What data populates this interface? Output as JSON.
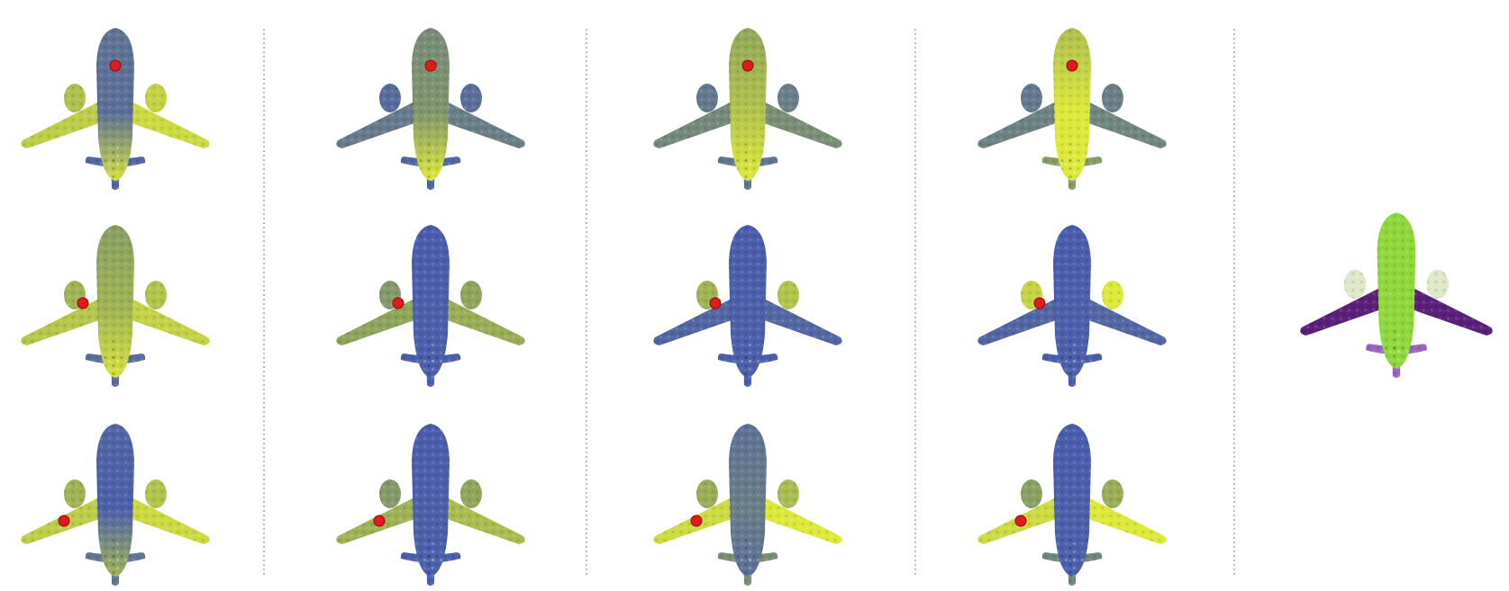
{
  "figure": {
    "layout": {
      "rows": 3,
      "columns": 4,
      "separators": 4,
      "right_panel": "part-segmentation"
    },
    "colors": {
      "low": "#4557b4",
      "high": "#e6f035",
      "mid": "#8fa55a",
      "query_point": "#e01b1b",
      "separator": "#9a9a9a",
      "seg_body": "#8fd83c",
      "seg_wing": "#5a1f78",
      "seg_tail": "#9a63c4",
      "seg_engine": "#dfe8c8"
    },
    "rows": [
      {
        "query_part": "fuselage",
        "panels": [
          {
            "heat": {
              "wings": 0.85,
              "engines": 0.8,
              "nose": 0.9,
              "body": 0.15,
              "tail": 0.1
            }
          },
          {
            "heat": {
              "wings": 0.25,
              "engines": 0.15,
              "nose": 0.95,
              "body": 0.4,
              "tail": 0.1
            }
          },
          {
            "heat": {
              "wings": 0.35,
              "engines": 0.25,
              "nose": 0.95,
              "body": 0.7,
              "tail": 0.2
            }
          },
          {
            "heat": {
              "wings": 0.3,
              "engines": 0.25,
              "nose": 0.95,
              "body": 0.95,
              "tail": 0.45
            }
          }
        ]
      },
      {
        "query_part": "right-engine",
        "panels": [
          {
            "heat": {
              "wings": 0.8,
              "engines": 0.7,
              "nose": 0.9,
              "body": 0.6,
              "tail": 0.15
            }
          },
          {
            "heat": {
              "wings": 0.55,
              "engines": 0.5,
              "nose": 0.05,
              "body": 0.05,
              "tail": 0.05
            }
          },
          {
            "heat": {
              "wings": 0.1,
              "engines": 0.7,
              "nose": 0.05,
              "body": 0.05,
              "tail": 0.05
            }
          },
          {
            "heat": {
              "wings": 0.1,
              "engines": 0.95,
              "nose": 0.05,
              "body": 0.05,
              "tail": 0.05
            }
          }
        ]
      },
      {
        "query_part": "right-wing",
        "panels": [
          {
            "heat": {
              "wings": 0.85,
              "engines": 0.7,
              "nose": 0.6,
              "body": 0.05,
              "tail": 0.2
            }
          },
          {
            "heat": {
              "wings": 0.65,
              "engines": 0.5,
              "nose": 0.05,
              "body": 0.05,
              "tail": 0.05
            }
          },
          {
            "heat": {
              "wings": 0.95,
              "engines": 0.65,
              "nose": 0.15,
              "body": 0.25,
              "tail": 0.35
            }
          },
          {
            "heat": {
              "wings": 0.95,
              "engines": 0.55,
              "nose": 0.05,
              "body": 0.05,
              "tail": 0.3
            }
          }
        ]
      }
    ]
  }
}
